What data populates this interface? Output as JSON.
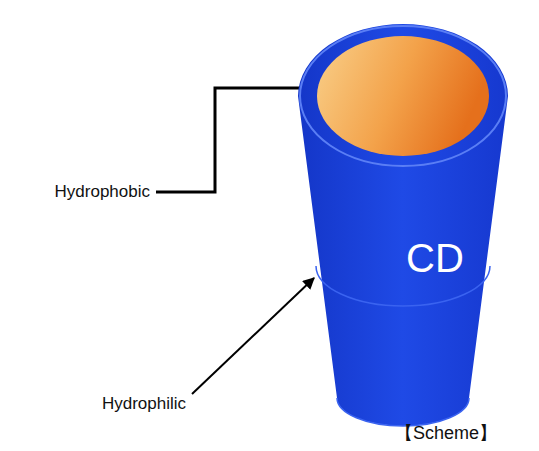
{
  "diagram": {
    "caption": "【Scheme】",
    "nodes": [
      {
        "text": [
          "CD"
        ]
      }
    ],
    "labels": [
      "Hydrophobic",
      "Hydrophilic"
    ]
  }
}
